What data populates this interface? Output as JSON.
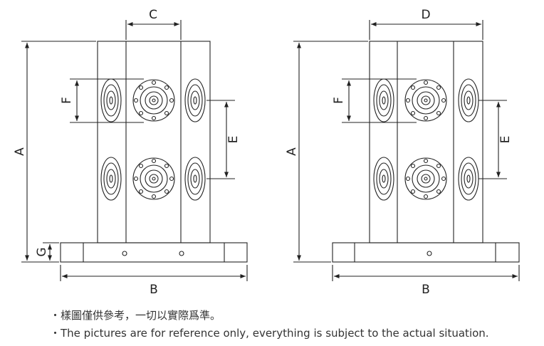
{
  "drawings": [
    {
      "labels": {
        "A": "A",
        "B": "B",
        "C": "C",
        "E": "E",
        "F": "F",
        "G": "G"
      }
    },
    {
      "labels": {
        "A": "A",
        "B": "B",
        "D": "D",
        "E": "E",
        "F": "F"
      }
    }
  ],
  "notes": [
    "・樣圖僅供參考，一切以實際爲準。",
    "・The pictures are for reference only, everything is subject to the actual situation."
  ]
}
